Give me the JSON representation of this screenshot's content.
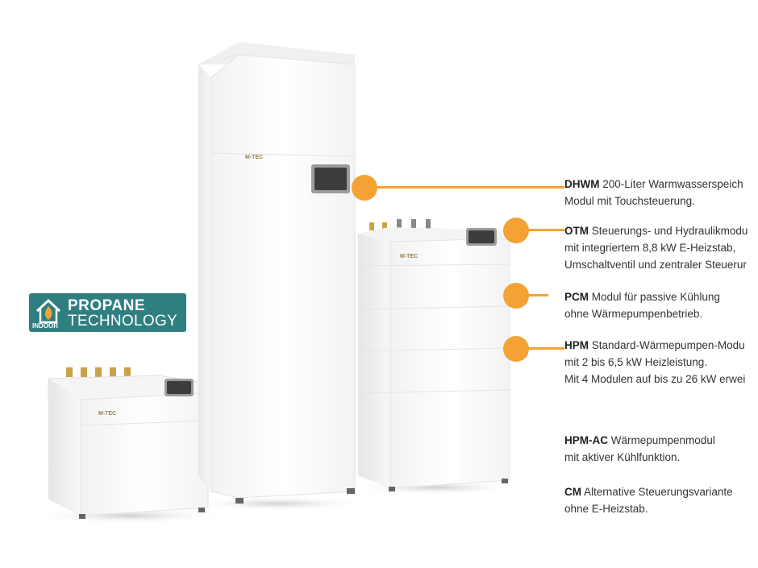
{
  "badge": {
    "line1": "PROPANE",
    "line2": "TECHNOLOGY",
    "corner": "INDOOR"
  },
  "brand": "M-TEC",
  "labels": [
    {
      "code": "DHWM",
      "line1": "200-Liter Warmwasserspeich",
      "line2": "Modul mit Touchsteuerung."
    },
    {
      "code": "OTM",
      "line1": "Steuerungs- und Hydraulikmodu",
      "line2": "mit integriertem 8,8 kW E-Heizstab,",
      "line3": "Umschaltventil und zentraler Steuerur"
    },
    {
      "code": "PCM",
      "line1": "Modul für passive Kühlung",
      "line2": "ohne Wärmepumpenbetrieb."
    },
    {
      "code": "HPM",
      "line1": "Standard-Wärmepumpen-Modu",
      "line2": "mit 2 bis 6,5 kW Heizleistung.",
      "line3": "Mit 4 Modulen auf bis zu 26 kW erwei"
    },
    {
      "code": "HPM-AC",
      "line1": "Wärmepumpenmodul",
      "line2": "mit aktiver Kühlfunktion."
    },
    {
      "code": "CM",
      "line1": "Alternative Steuerungsvariante",
      "line2": "ohne E-Heizstab."
    }
  ],
  "colors": {
    "accent": "#f4a233",
    "badge": "#2f7f80"
  }
}
